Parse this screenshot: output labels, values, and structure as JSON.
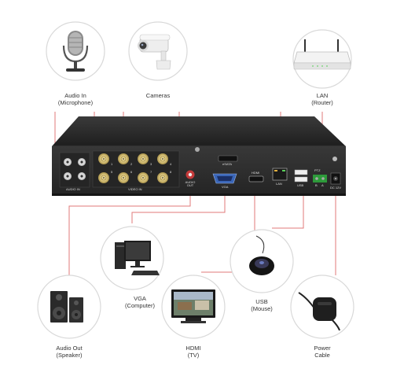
{
  "devices": {
    "audio_in": {
      "line1": "Audio In",
      "line2": "(Microphone)"
    },
    "cameras": {
      "line1": "Cameras"
    },
    "lan": {
      "line1": "LAN",
      "line2": "(Router)"
    },
    "vga": {
      "line1": "VGA",
      "line2": "(Computer)"
    },
    "usb": {
      "line1": "USB",
      "line2": "(Mouse)"
    },
    "audio_out": {
      "line1": "Audio Out",
      "line2": "(Speaker)"
    },
    "hdmi": {
      "line1": "HDMI",
      "line2": "(TV)"
    },
    "power": {
      "line1": "Power",
      "line2": "Cable"
    }
  },
  "panel_labels": {
    "audio_in": "AUDIO IN",
    "video_in": "VIDEO IN",
    "audio_out": "AUDIO OUT",
    "esata": "eSATA",
    "vga": "VGA",
    "hdmi": "HDMI",
    "lan": "LAN",
    "usb": "USB",
    "ptz": "PTZ",
    "ptz_b": "B",
    "ptz_a": "A",
    "dc": "DC 12V"
  },
  "bnc_numbers": [
    "1",
    "2",
    "3",
    "4",
    "5",
    "6",
    "7",
    "8"
  ],
  "colors": {
    "line": "#e07a7a",
    "dvr_dark": "#2b2b2b",
    "panel": "#2f2f2f",
    "circle_border": "#d9d9d9"
  }
}
